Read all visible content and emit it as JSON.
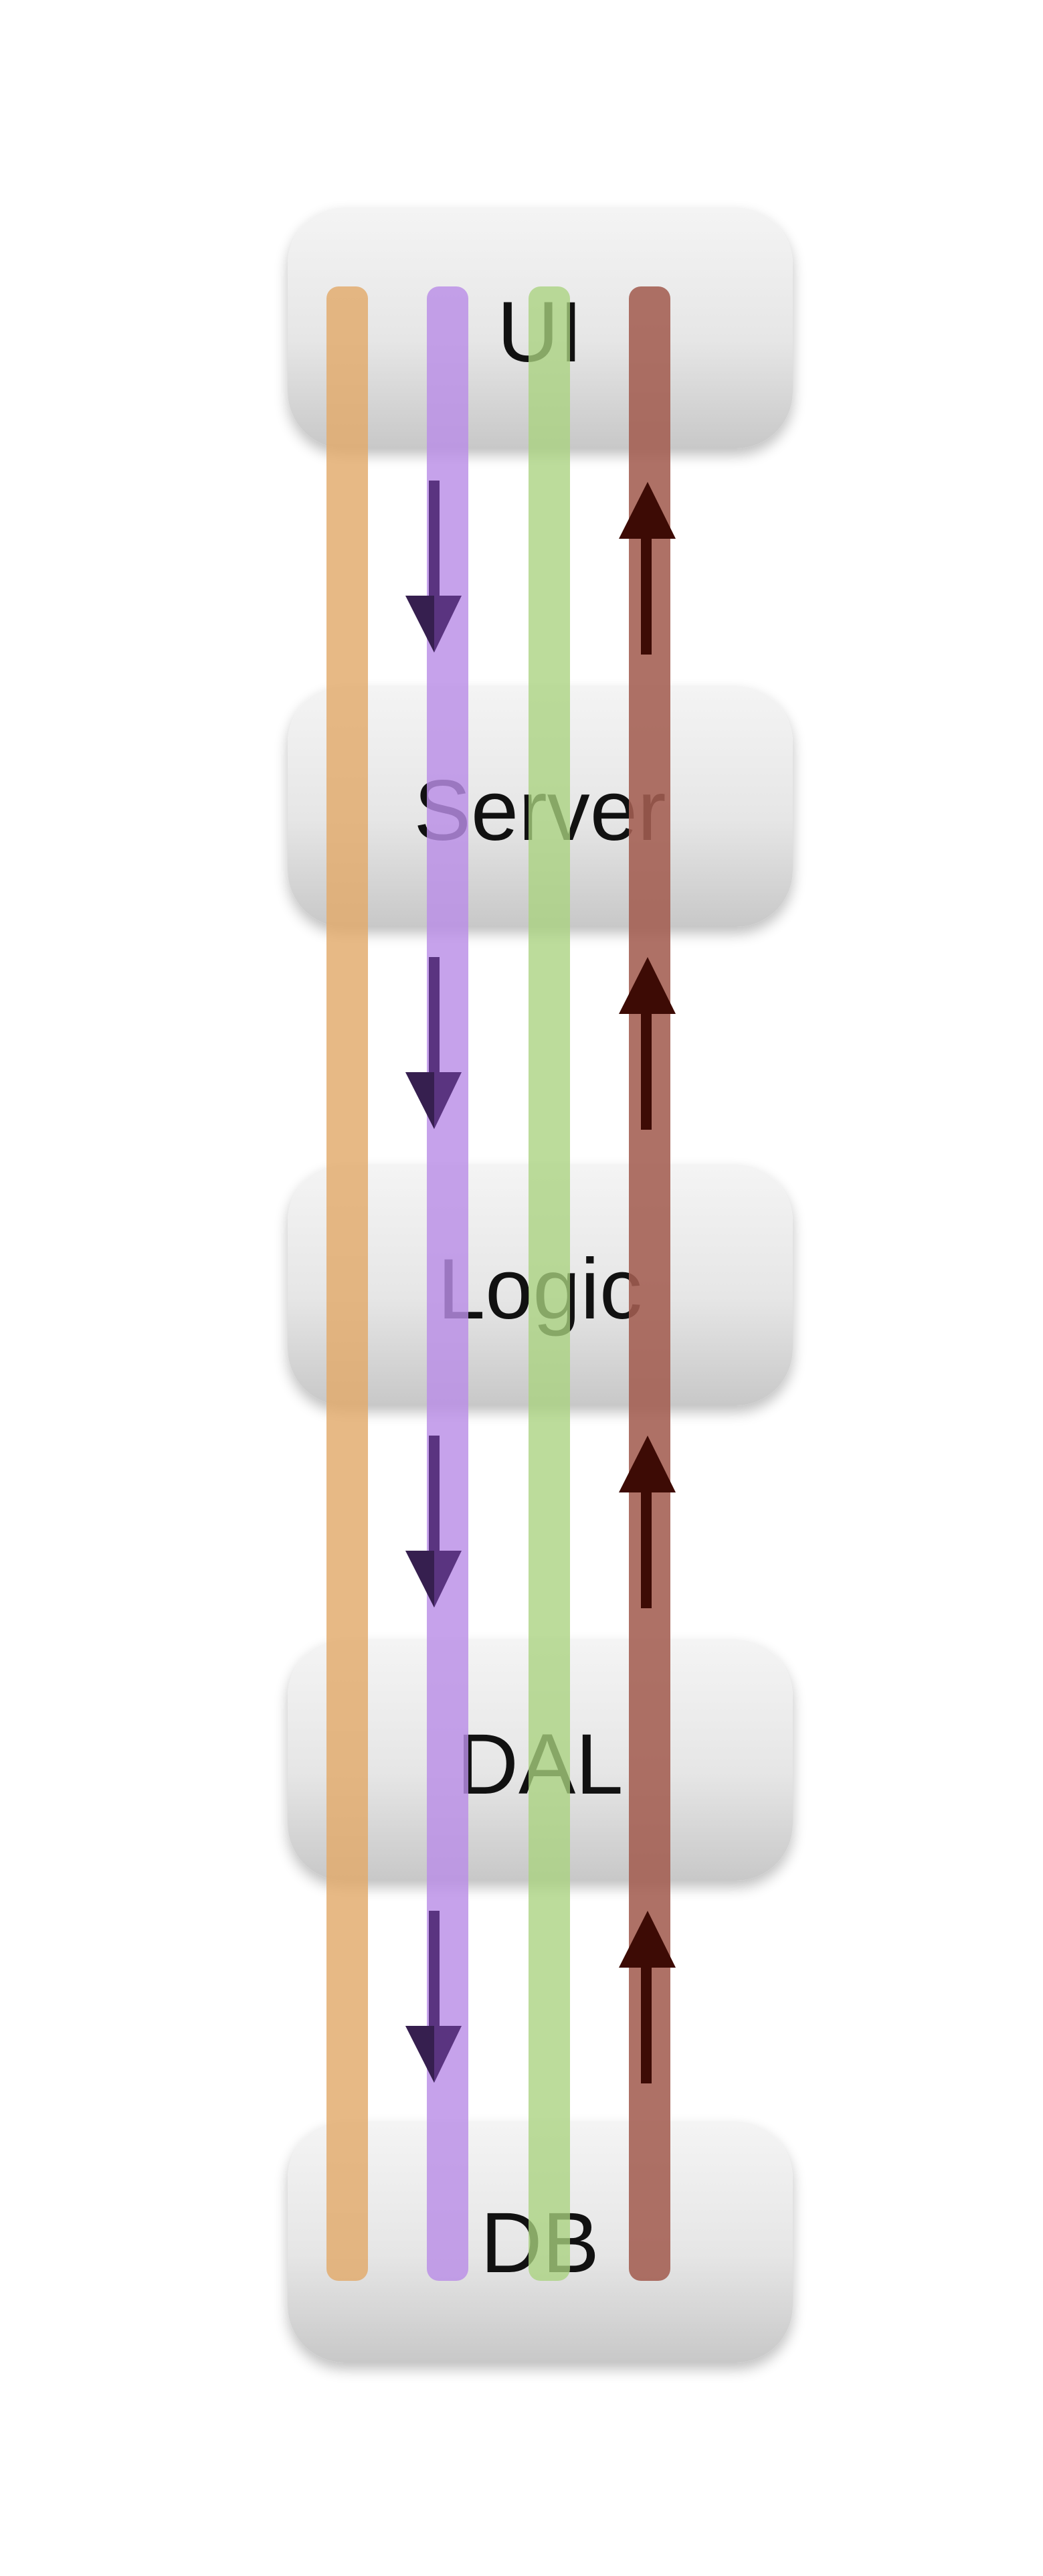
{
  "layers": [
    {
      "id": "ui",
      "label": "UI"
    },
    {
      "id": "server",
      "label": "Server"
    },
    {
      "id": "logic",
      "label": "Logic"
    },
    {
      "id": "dal",
      "label": "DAL"
    },
    {
      "id": "db",
      "label": "DB"
    }
  ],
  "colors": {
    "background": "#ffffff",
    "box_fill_top": "#f2f2f2",
    "box_fill_bottom": "#cfcfcf",
    "text": "#111111",
    "bar_orange": "#e2a96a",
    "bar_purple": "#b98de6",
    "bar_green": "#a9d27f",
    "bar_brown": "#a35d51",
    "arrow_down": "#5a3480",
    "arrow_up": "#3d0b05"
  },
  "arrows": {
    "down_between": [
      "ui-server",
      "server-logic",
      "logic-dal",
      "dal-db"
    ],
    "up_between": [
      "server-ui",
      "logic-server",
      "dal-logic",
      "db-dal"
    ]
  }
}
